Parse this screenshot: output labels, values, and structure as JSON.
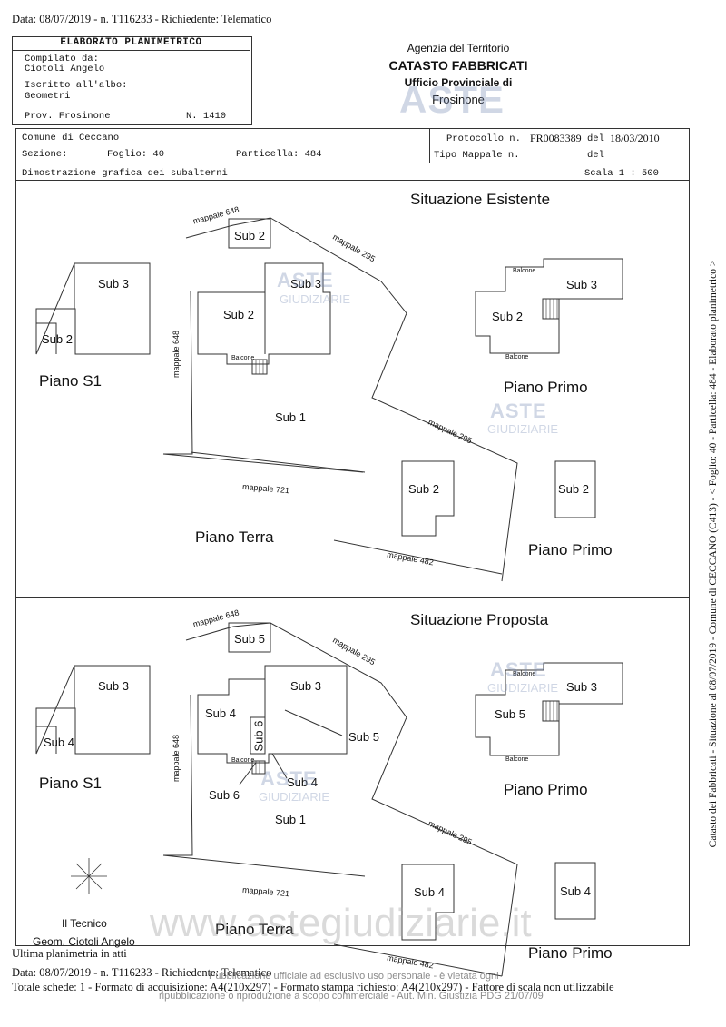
{
  "top_line": "Data: 08/07/2019 - n. T116233 - Richiedente: Telematico",
  "header": {
    "title": "ELABORATO PLANIMETRICO",
    "compilato_label": "Compilato da:",
    "compilato_name": "Ciotoli Angelo",
    "iscritto_label": "Iscritto all'albo:",
    "iscritto_value": "Geometri",
    "prov": "Prov. Frosinone",
    "numero": "N.  1410",
    "agency": "Agenzia del Territorio",
    "catasto": "CATASTO FABBRICATI",
    "ufficio": "Ufficio Provinciale di",
    "city": "Frosinone"
  },
  "info": {
    "comune": "Comune di Ceccano",
    "sezione": "Sezione:",
    "foglio": "Foglio: 40",
    "particella": "Particella: 484",
    "protocollo_label": "Protocollo n.",
    "protocollo_value": "FR0083389",
    "del_label": "del",
    "del_value": "18/03/2010",
    "tipo": "Tipo Mappale n.",
    "del2": "del",
    "dimostrazione": "Dimostrazione grafica dei subalterni",
    "scala": "Scala 1 : 500"
  },
  "existing": {
    "title": "Situazione    Esistente",
    "mappale_648_top": "mappale 648",
    "mappale_295_top": "mappale 295",
    "mappale_648_side": "mappale 648",
    "mappale_295_mid": "mappale 295",
    "mappale_721": "mappale 721",
    "mappale_482": "mappale 482",
    "s1_sub3": "Sub 3",
    "s1_sub2": "Sub 2",
    "piano_s1": "Piano S1",
    "t_sub2_top": "Sub 2",
    "t_sub3": "Sub 3",
    "t_sub2": "Sub 2",
    "balcone_t": "Balcone",
    "t_sub1": "Sub 1",
    "piano_terra": "Piano   Terra",
    "p1_sub3": "Sub 3",
    "p1_sub2": "Sub 2",
    "balcone_p1a": "Balcone",
    "balcone_p1b": "Balcone",
    "piano_primo": "Piano   Primo",
    "mid_sub2": "Sub 2",
    "right_sub2": "Sub 2",
    "piano_primo_2": "Piano   Primo"
  },
  "proposed": {
    "title": "Situazione    Proposta",
    "mappale_648_top": "mappale 648",
    "mappale_295_top": "mappale 295",
    "mappale_648_side": "mappale 648",
    "mappale_295_mid": "mappale 295",
    "mappale_721": "mappale 721",
    "mappale_482": "mappale 482",
    "s1_sub3": "Sub 3",
    "s1_sub4": "Sub 4",
    "piano_s1": "Piano S1",
    "t_sub5_top": "Sub 5",
    "t_sub3": "Sub 3",
    "t_sub4": "Sub 4",
    "t_sub6_v": "Sub 6",
    "t_sub5_arrow": "Sub 5",
    "t_sub4_arrow": "Sub 4",
    "t_sub6_arrow": "Sub 6",
    "balcone_t": "Balcone",
    "t_sub1": "Sub 1",
    "piano_terra": "Piano   Terra",
    "p1_sub3": "Sub 3",
    "p1_sub5": "Sub 5",
    "balcone_p1a": "Balcone",
    "balcone_p1b": "Balcone",
    "piano_primo": "Piano   Primo",
    "mid_sub4": "Sub 4",
    "right_sub4": "Sub 4",
    "piano_primo_2": "Piano   Primo",
    "tecnico": "Il Tecnico",
    "tecnico_name": "Geom. Ciotoli  Angelo"
  },
  "side_text": "Catasto dei Fabbricati - Situazione al 08/07/2019 - Comune di CECCANO (C413) - < Foglio: 40 - Particella: 484 - Elaborato planimetrico >",
  "watermarks": {
    "aste": "ASTE",
    "giudiziarie": "GIUDIZIARIE",
    "site": "www.astegiudiziarie.it",
    "pub1": "Pubblicazione ufficiale ad esclusivo uso personale - è vietata ogni",
    "pub2": "ripubblicazione o riproduzione a scopo commerciale - Aut. Min. Giustizia PDG 21/07/09"
  },
  "footer": {
    "ultima": "Ultima planimetria in atti",
    "line1": "Data: 08/07/2019 - n. T116233 - Richiedente: Telematico",
    "line2": "Totale schede: 1 - Formato di acquisizione: A4(210x297) - Formato stampa richiesto: A4(210x297) - Fattore di scala non utilizzabile"
  }
}
